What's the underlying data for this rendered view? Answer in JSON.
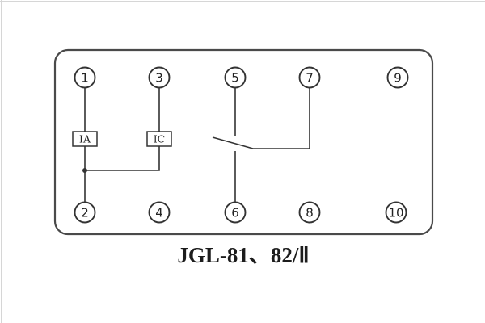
{
  "page": {
    "caption": "JGL-81、82/Ⅱ",
    "background_color": "#ffffff",
    "line_color": "#333333"
  },
  "diagram": {
    "type": "relay-terminal-wiring-schematic",
    "terminals": {
      "top": [
        "1",
        "3",
        "5",
        "7",
        "9"
      ],
      "bottom": [
        "2",
        "4",
        "6",
        "8",
        "10"
      ]
    },
    "elements": [
      {
        "label": "IA"
      },
      {
        "label": "IC"
      }
    ]
  }
}
